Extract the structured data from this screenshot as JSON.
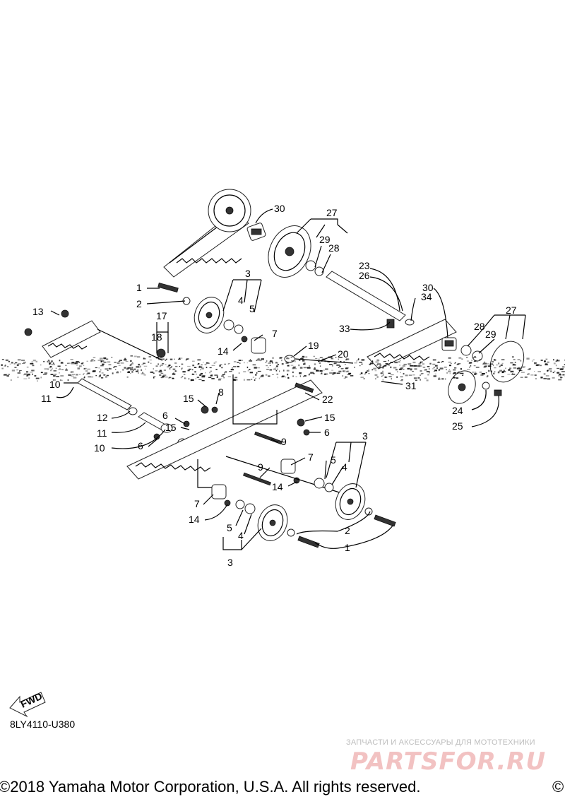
{
  "diagram": {
    "code": "8LY4110-U380",
    "fwd_label": "FWD",
    "callouts": [
      {
        "id": "c30a",
        "label": "30"
      },
      {
        "id": "c27a",
        "label": "27"
      },
      {
        "id": "c29a",
        "label": "29"
      },
      {
        "id": "c28a",
        "label": "28"
      },
      {
        "id": "c23",
        "label": "23"
      },
      {
        "id": "c26",
        "label": "26"
      },
      {
        "id": "c30b",
        "label": "30"
      },
      {
        "id": "c34",
        "label": "34"
      },
      {
        "id": "c27b",
        "label": "27"
      },
      {
        "id": "c28b",
        "label": "28"
      },
      {
        "id": "c29b",
        "label": "29"
      },
      {
        "id": "c3a",
        "label": "3"
      },
      {
        "id": "c1a",
        "label": "1"
      },
      {
        "id": "c2a",
        "label": "2"
      },
      {
        "id": "c4a",
        "label": "4"
      },
      {
        "id": "c5a",
        "label": "5"
      },
      {
        "id": "c7a",
        "label": "7"
      },
      {
        "id": "c17",
        "label": "17"
      },
      {
        "id": "c18",
        "label": "18"
      },
      {
        "id": "c13",
        "label": "13"
      },
      {
        "id": "c14a",
        "label": "14"
      },
      {
        "id": "c19",
        "label": "19"
      },
      {
        "id": "c20",
        "label": "20"
      },
      {
        "id": "c33",
        "label": "33"
      },
      {
        "id": "c10a",
        "label": "10"
      },
      {
        "id": "c11a",
        "label": "11"
      },
      {
        "id": "c22",
        "label": "22"
      },
      {
        "id": "c31",
        "label": "31"
      },
      {
        "id": "c24",
        "label": "24"
      },
      {
        "id": "c25",
        "label": "25"
      },
      {
        "id": "c15a",
        "label": "15"
      },
      {
        "id": "c8",
        "label": "8"
      },
      {
        "id": "c15b",
        "label": "15"
      },
      {
        "id": "c6a",
        "label": "6"
      },
      {
        "id": "c15c",
        "label": "15"
      },
      {
        "id": "c12",
        "label": "12"
      },
      {
        "id": "c11b",
        "label": "11"
      },
      {
        "id": "c10b",
        "label": "10"
      },
      {
        "id": "c6b",
        "label": "6"
      },
      {
        "id": "c6c",
        "label": "6"
      },
      {
        "id": "c9a",
        "label": "9"
      },
      {
        "id": "c3b",
        "label": "3"
      },
      {
        "id": "c7b",
        "label": "7"
      },
      {
        "id": "c5b",
        "label": "5"
      },
      {
        "id": "c4b",
        "label": "4"
      },
      {
        "id": "c9b",
        "label": "9"
      },
      {
        "id": "c14b",
        "label": "14"
      },
      {
        "id": "c7c",
        "label": "7"
      },
      {
        "id": "c14c",
        "label": "14"
      },
      {
        "id": "c5c",
        "label": "5"
      },
      {
        "id": "c4c",
        "label": "4"
      },
      {
        "id": "c2b",
        "label": "2"
      },
      {
        "id": "c1b",
        "label": "1"
      },
      {
        "id": "c3c",
        "label": "3"
      }
    ]
  },
  "watermark": {
    "tagline": "ЗАПЧАСТИ И АКСЕССУАРЫ ДЛЯ МОТОТЕХНИКИ",
    "logo": "PARTSFOR.RU"
  },
  "footer": {
    "copyright": "©2018 Yamaha Motor Corporation, U.S.A. All rights reserved.",
    "copyright_right": "©"
  }
}
